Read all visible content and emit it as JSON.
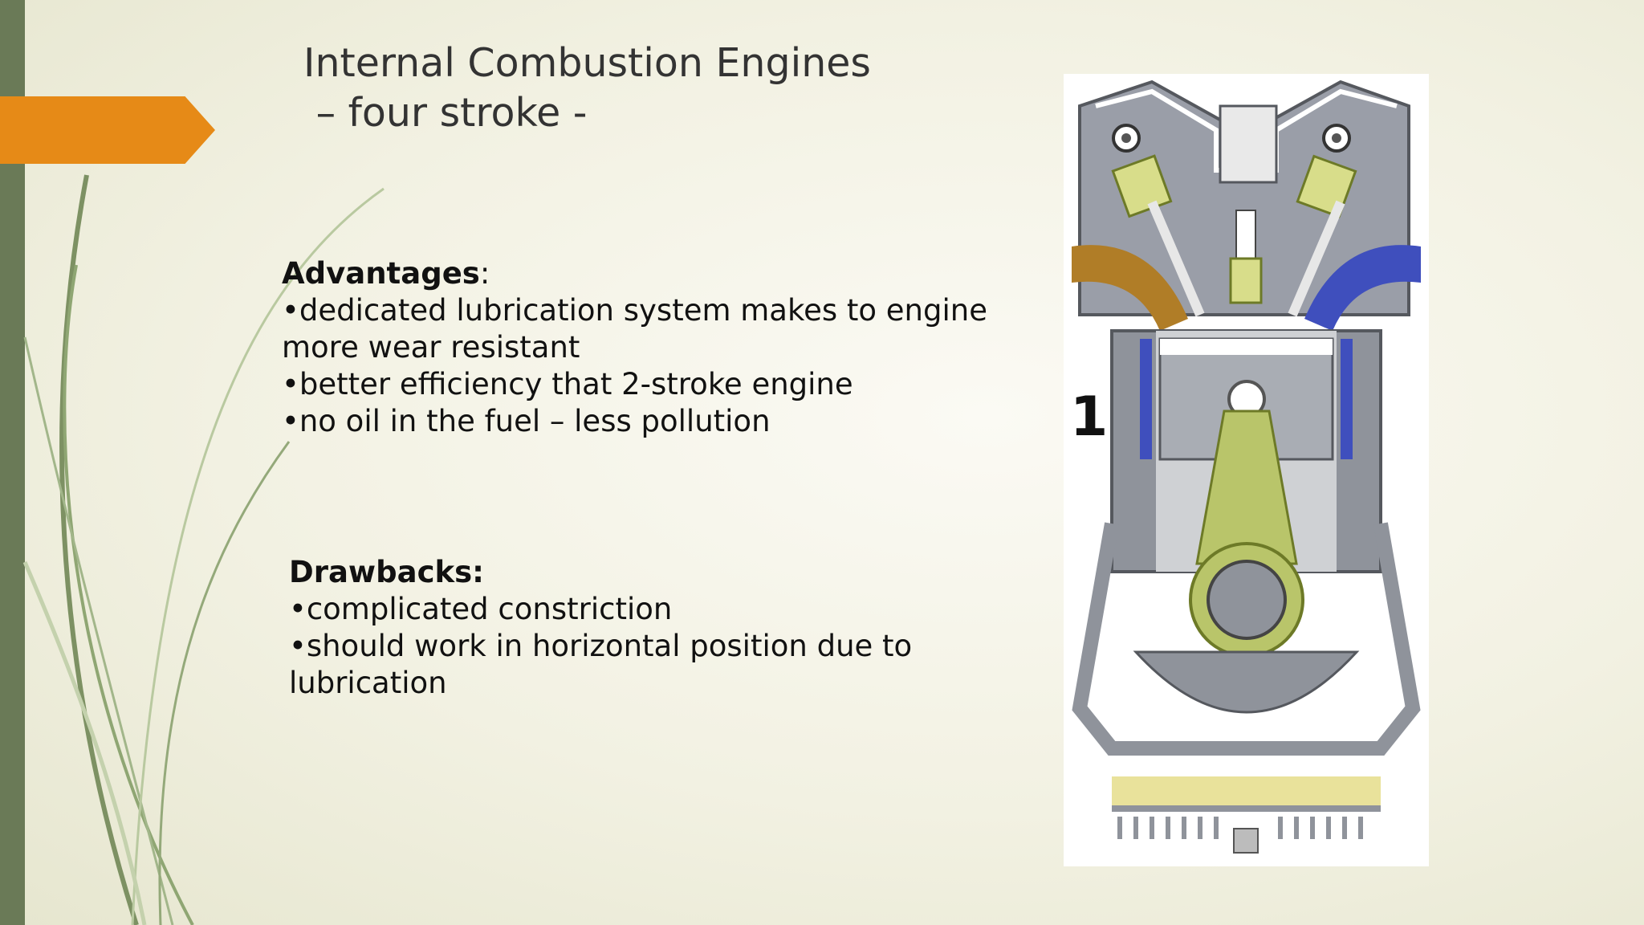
{
  "slide": {
    "title_line1": "Internal Combustion Engines",
    "title_line2": " – four stroke -",
    "advantages": {
      "heading": "Advantages",
      "colon": ":",
      "items": [
        "dedicated lubrication system makes to engine",
        "more wear resistant",
        "better efficiency that 2-stroke engine",
        "no oil in the fuel – less pollution"
      ]
    },
    "drawbacks": {
      "heading": "Drawbacks:",
      "items": [
        "complicated constriction",
        "should work in horizontal position due to",
        "lubrication"
      ]
    },
    "figure": {
      "stroke_number": "1"
    }
  },
  "colors": {
    "accent_orange": "#e68a17",
    "sidebar_green": "#6a7a57"
  }
}
